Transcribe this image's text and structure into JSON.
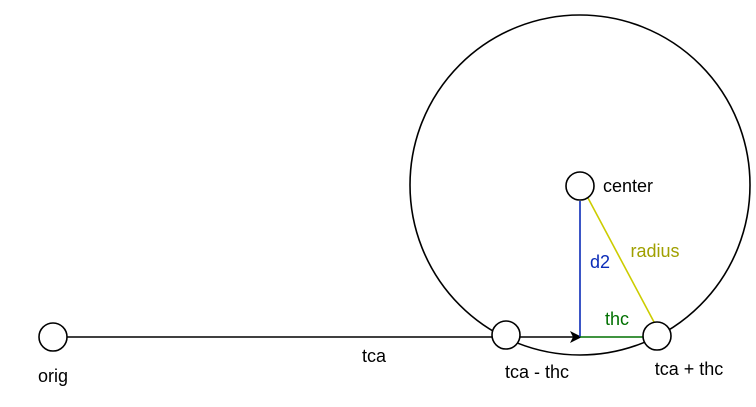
{
  "labels": {
    "orig": "orig",
    "tca": "tca",
    "tca_minus_thc": "tca - thc",
    "tca_plus_thc": "tca + thc",
    "center": "center",
    "d2": "d2",
    "radius": "radius",
    "thc": "thc"
  },
  "colors": {
    "stroke": "#000000",
    "d2": "#0a2bb8",
    "radius": "#cccc00",
    "radius_text": "#a0a000",
    "thc": "#007000",
    "background": "#ffffff"
  }
}
